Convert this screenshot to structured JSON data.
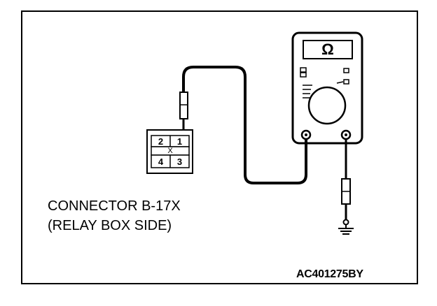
{
  "diagram": {
    "connector_label": "CONNECTOR B-17X",
    "connector_side": "(RELAY BOX SIDE)",
    "figure_code": "AC401275BY",
    "meter_symbol": "Ω",
    "connector_pins": {
      "p1": "1",
      "p2": "2",
      "p3": "3",
      "p4": "4",
      "mark": "X"
    },
    "icons": {
      "meter": "ohmmeter-icon",
      "ground": "ground-icon",
      "probe": "test-probe-icon"
    }
  }
}
